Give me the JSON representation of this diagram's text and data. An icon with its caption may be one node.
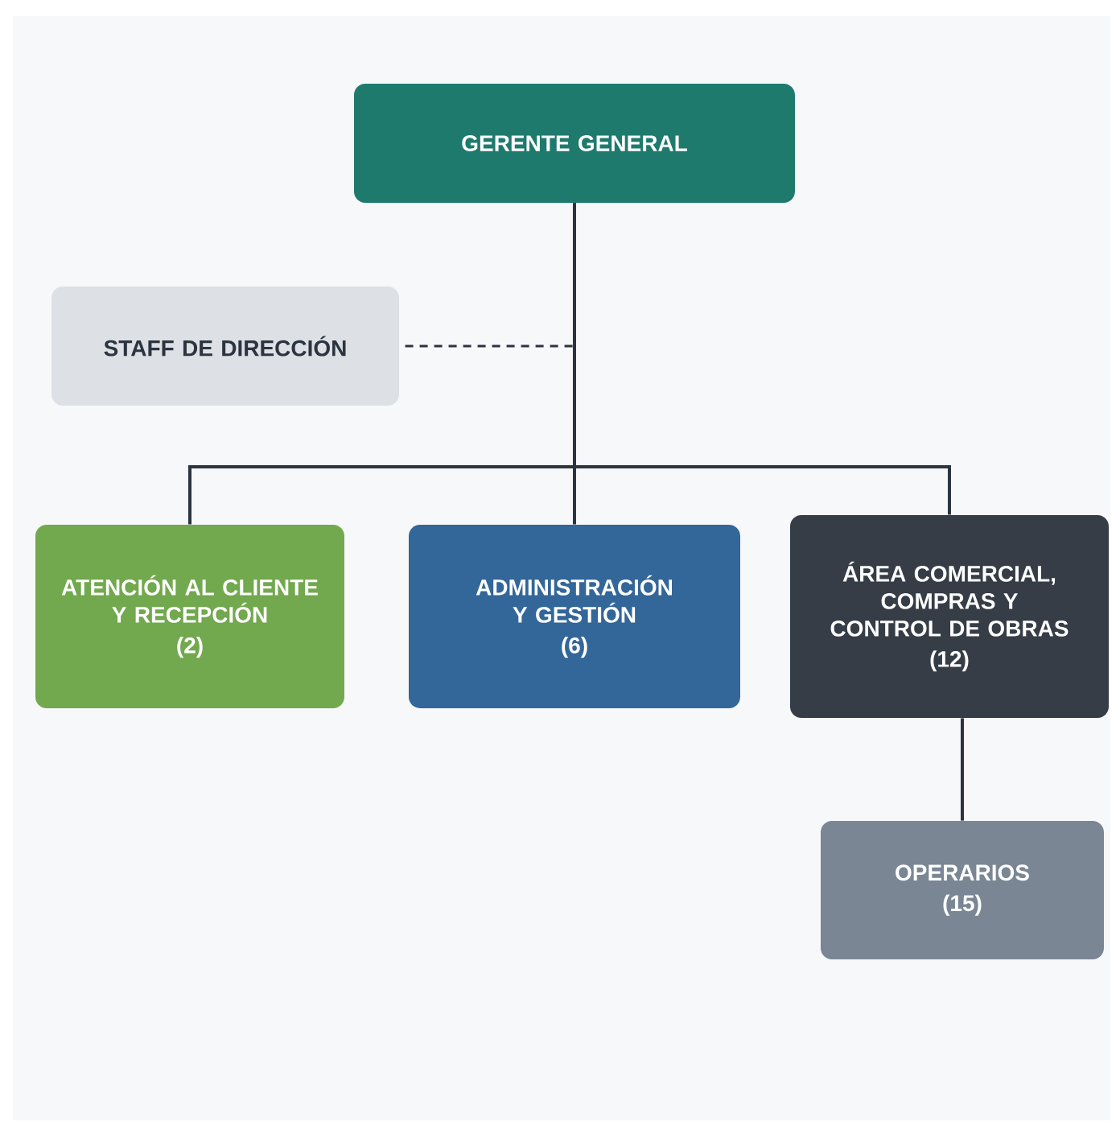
{
  "diagram": {
    "nodes": [
      {
        "text": [
          "GERENTE GENERAL"
        ]
      },
      {
        "text": [
          "STAFF DE DIRECCIÓN"
        ]
      },
      {
        "text": [
          "ATENCIÓN AL CLIENTE Y RECEPCIÓN",
          "(2)"
        ]
      },
      {
        "text": [
          "ADMINISTRACIÓN Y GESTIÓN",
          "(6)"
        ]
      },
      {
        "text": [
          "ÁREA COMERCIAL, COMPRAS Y CONTROL DE OBRAS",
          "(12)"
        ]
      },
      {
        "text": [
          "OPERARIOS",
          "(15)"
        ]
      }
    ],
    "edges": [
      {
        "from": 0,
        "to": 1,
        "arrow": "none",
        "style": "dashed"
      },
      {
        "from": 0,
        "to": 2,
        "arrow": "none"
      },
      {
        "from": 0,
        "to": 3,
        "arrow": "none"
      },
      {
        "from": 0,
        "to": 4,
        "arrow": "none"
      },
      {
        "from": 4,
        "to": 5,
        "arrow": "none"
      }
    ]
  }
}
